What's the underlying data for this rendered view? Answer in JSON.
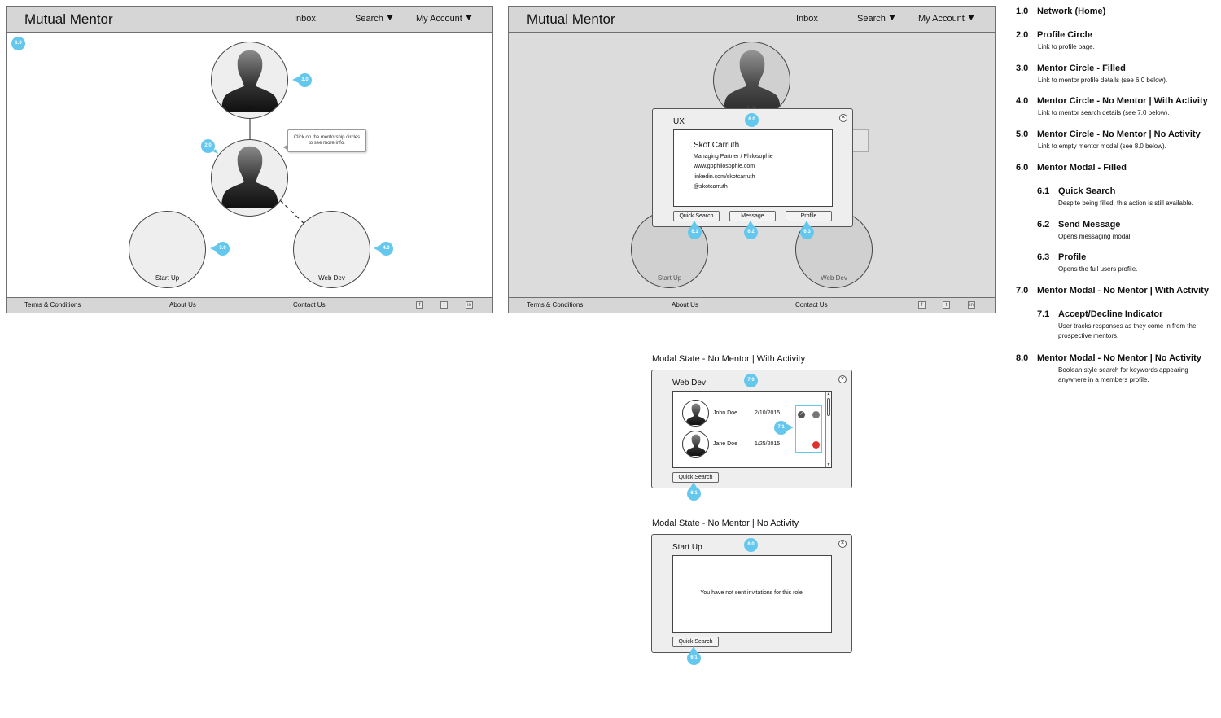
{
  "app": {
    "title": "Mutual Mentor",
    "nav": {
      "inbox": "Inbox",
      "search": "Search",
      "account": "My Account"
    },
    "footer": {
      "terms": "Terms & Conditions",
      "about": "About Us",
      "contact": "Contact Us"
    }
  },
  "network": {
    "circles": {
      "mentor": "UX",
      "left": "Start Up",
      "right": "Web Dev"
    },
    "tooltip": "Click on the mentorship circles to see more info."
  },
  "badges": {
    "b10": "1.0",
    "b20": "2.0",
    "b30": "3.0",
    "b40": "4.0",
    "b50": "5.0",
    "b60": "6.0",
    "b61": "6.1",
    "b62": "6.2",
    "b63": "6.3",
    "b70": "7.0",
    "b71": "7.1",
    "b80": "8.0"
  },
  "modal_filled": {
    "title": "UX",
    "name": "Skot Carruth",
    "role": "Managing Partner / Philosophie",
    "website": "www.gophilosophie.com",
    "linkedin": "linkedin.com/skotcarruth",
    "twitter": "@skotcarruth",
    "btn_quick": "Quick Search",
    "btn_message": "Message",
    "btn_profile": "Profile"
  },
  "modal_activity": {
    "state_label": "Modal State - No Mentor | With Activity",
    "title": "Web Dev",
    "rows": [
      {
        "name": "John Doe",
        "date": "2/10/2015"
      },
      {
        "name": "Jane Doe",
        "date": "1/25/2015"
      }
    ],
    "btn_quick": "Quick Search"
  },
  "modal_empty": {
    "state_label": "Modal State - No Mentor | No Activity",
    "title": "Start Up",
    "message": "You have not sent invitations for this role.",
    "btn_quick": "Quick Search"
  },
  "annotations": [
    {
      "num": "1.0",
      "title": "Network (Home)",
      "desc": ""
    },
    {
      "num": "2.0",
      "title": "Profile Circle",
      "desc": "Link to profile page."
    },
    {
      "num": "3.0",
      "title": "Mentor Circle - Filled",
      "desc": "Link to mentor profile details (see 6.0 below)."
    },
    {
      "num": "4.0",
      "title": "Mentor Circle - No Mentor | With Activity",
      "desc": "Link to mentor search details (see 7.0 below)."
    },
    {
      "num": "5.0",
      "title": "Mentor Circle - No Mentor | No Activity",
      "desc": "Link to empty mentor modal (see 8.0 below)."
    },
    {
      "num": "6.0",
      "title": "Mentor Modal - Filled",
      "desc": ""
    },
    {
      "num": "6.1",
      "title": "Quick Search",
      "desc": "Despite being filled, this action is still available."
    },
    {
      "num": "6.2",
      "title": "Send Message",
      "desc": "Opens messaging modal."
    },
    {
      "num": "6.3",
      "title": "Profile",
      "desc": "Opens the full users profile."
    },
    {
      "num": "7.0",
      "title": "Mentor Modal - No Mentor | With Activity",
      "desc": ""
    },
    {
      "num": "7.1",
      "title": "Accept/Decline Indicator",
      "desc": "User tracks responses as they come in from the prospective mentors."
    },
    {
      "num": "8.0",
      "title": "Mentor Modal - No Mentor | No Activity",
      "desc": "Boolean style search for keywords appearing anywhere in a members profile."
    }
  ],
  "icons": {
    "facebook": "facebook-icon",
    "twitter": "twitter-icon",
    "linkedin": "linkedin-icon",
    "avatar": "person-silhouette-icon",
    "close": "close-icon",
    "accepted": "check-icon",
    "neutral": "minus-icon",
    "declined": "decline-icon"
  },
  "colors": {
    "badge": "#64c7ee",
    "header": "#d6d6d6",
    "declined": "#e0312f"
  }
}
